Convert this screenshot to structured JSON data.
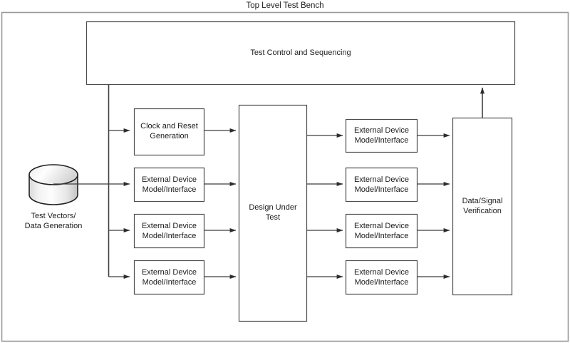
{
  "diagram": {
    "title": "Top Level Test Bench",
    "nodes": {
      "test_control": "Test Control and Sequencing",
      "test_vectors": "Test Vectors/\nData Generation",
      "clock_reset": "Clock and Reset\nGeneration",
      "dut": "Design Under\nTest",
      "verification": "Data/Signal\nVerification",
      "external_device": "External Device\nModel/Interface"
    },
    "left_column": [
      "Clock and Reset\nGeneration",
      "External Device\nModel/Interface",
      "External Device\nModel/Interface",
      "External Device\nModel/Interface"
    ],
    "right_column": [
      "External Device\nModel/Interface",
      "External Device\nModel/Interface",
      "External Device\nModel/Interface",
      "External Device\nModel/Interface"
    ],
    "colors": {
      "outer_border": "#9a9a9a",
      "box_stroke": "#4d4d4d",
      "line": "#3f3f3f",
      "text": "#1c1c1c",
      "cylinder_light": "#fdfdfd",
      "cylinder_dark": "#b8b8b8",
      "background": "#ffffff"
    }
  }
}
